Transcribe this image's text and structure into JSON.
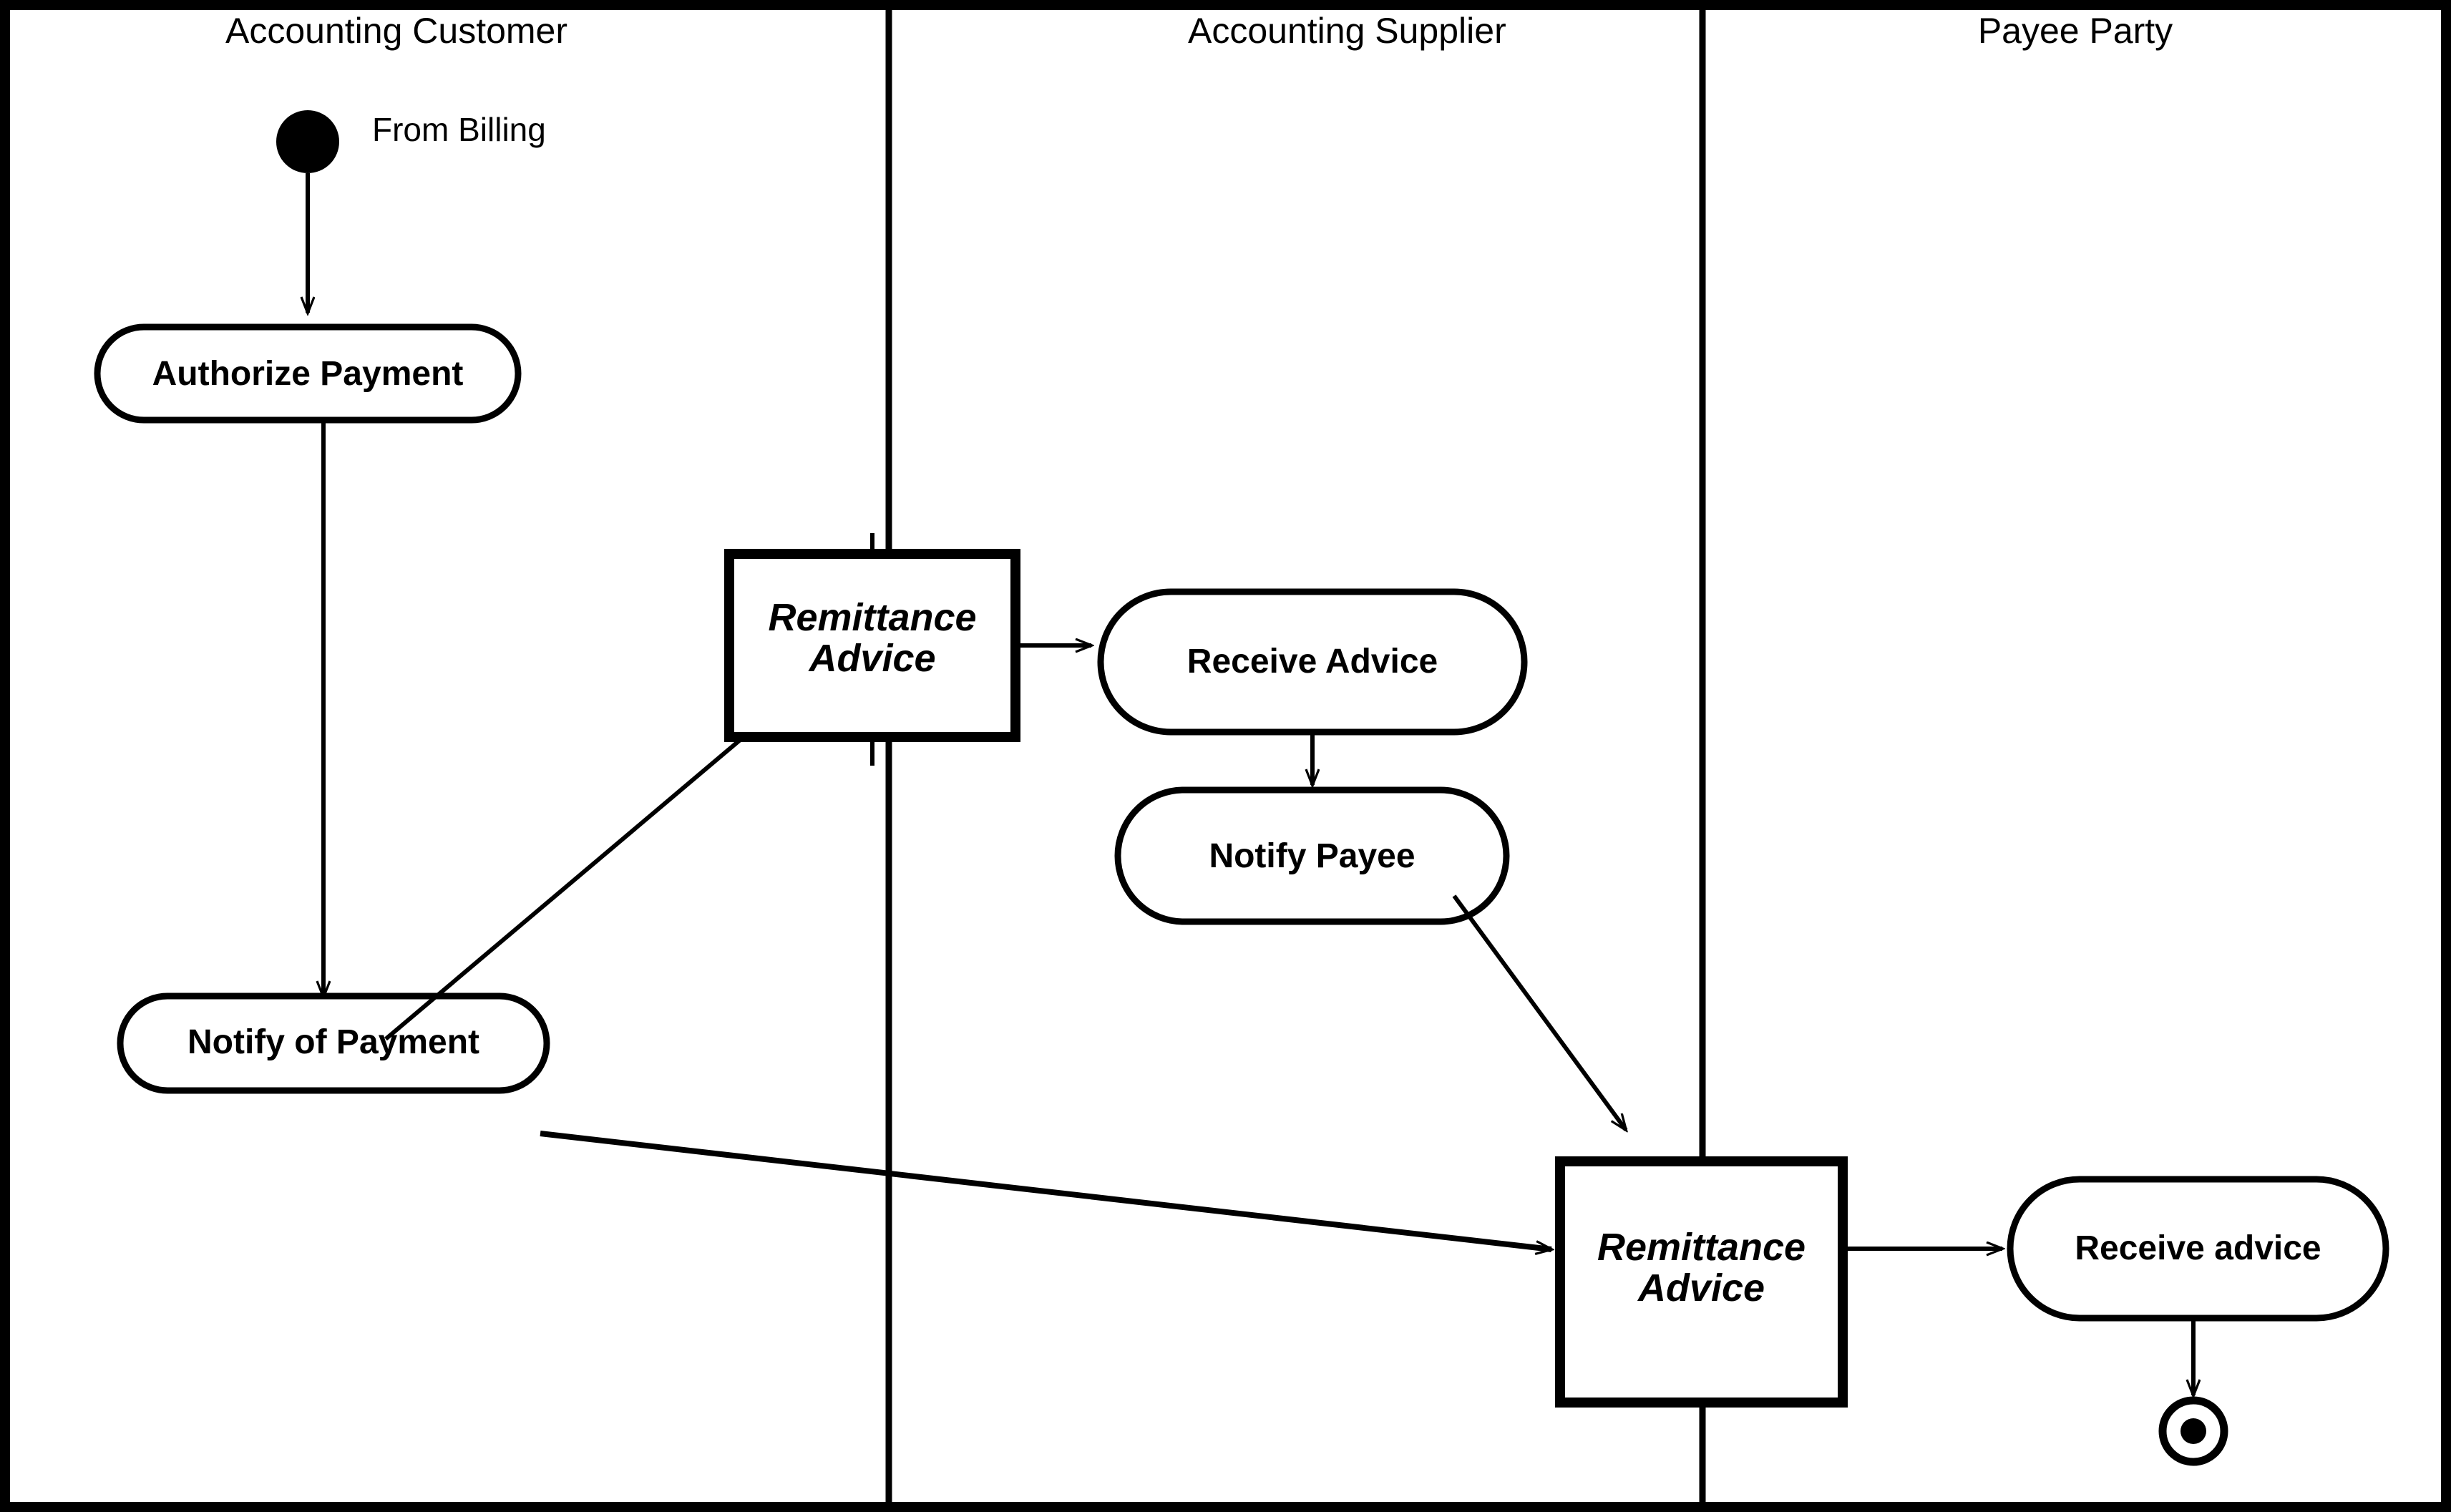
{
  "diagram": {
    "type": "uml-activity-diagram-with-swimlanes",
    "border_color": "#000000",
    "background_color": "#ffffff",
    "stroke_color": "#000000"
  },
  "lanes": [
    {
      "id": "accounting-customer",
      "title": "Accounting Customer"
    },
    {
      "id": "accounting-supplier",
      "title": "Accounting Supplier"
    },
    {
      "id": "payee-party",
      "title": "Payee Party"
    }
  ],
  "nodes": {
    "start": {
      "kind": "initial-node",
      "label": ""
    },
    "from_billing": {
      "kind": "text-label",
      "label": "From Billing"
    },
    "authorize_payment": {
      "kind": "action",
      "label": "Authorize Payment"
    },
    "notify_of_payment": {
      "kind": "action",
      "label": "Notify of Payment"
    },
    "remittance_advice_1": {
      "kind": "object-node",
      "label_line1": "Remittance",
      "label_line2": "Advice"
    },
    "receive_advice_supplier": {
      "kind": "action",
      "label": "Receive Advice"
    },
    "notify_payee": {
      "kind": "action",
      "label": "Notify Payee"
    },
    "remittance_advice_2": {
      "kind": "object-node",
      "label_line1": "Remittance",
      "label_line2": "Advice"
    },
    "receive_advice_payee": {
      "kind": "action",
      "label": "Receive advice"
    },
    "end": {
      "kind": "final-node",
      "label": ""
    }
  },
  "edges": [
    {
      "id": "start-to-authorize",
      "from": "start",
      "to": "authorize_payment"
    },
    {
      "id": "authorize-to-notify",
      "from": "authorize_payment",
      "to": "notify_of_payment"
    },
    {
      "id": "notify-to-remittance1",
      "from": "notify_of_payment",
      "to": "remittance_advice_1"
    },
    {
      "id": "remittance1-to-receive-advice",
      "from": "remittance_advice_1",
      "to": "receive_advice_supplier"
    },
    {
      "id": "receive-advice-to-notify-payee",
      "from": "receive_advice_supplier",
      "to": "notify_payee"
    },
    {
      "id": "notify-payee-to-remittance2",
      "from": "notify_payee",
      "to": "remittance_advice_2"
    },
    {
      "id": "notify-of-payment-to-remittance2",
      "from": "notify_of_payment",
      "to": "remittance_advice_2"
    },
    {
      "id": "remittance2-to-receive-advice-payee",
      "from": "remittance_advice_2",
      "to": "receive_advice_payee"
    },
    {
      "id": "receive-advice-payee-to-end",
      "from": "receive_advice_payee",
      "to": "end"
    }
  ]
}
